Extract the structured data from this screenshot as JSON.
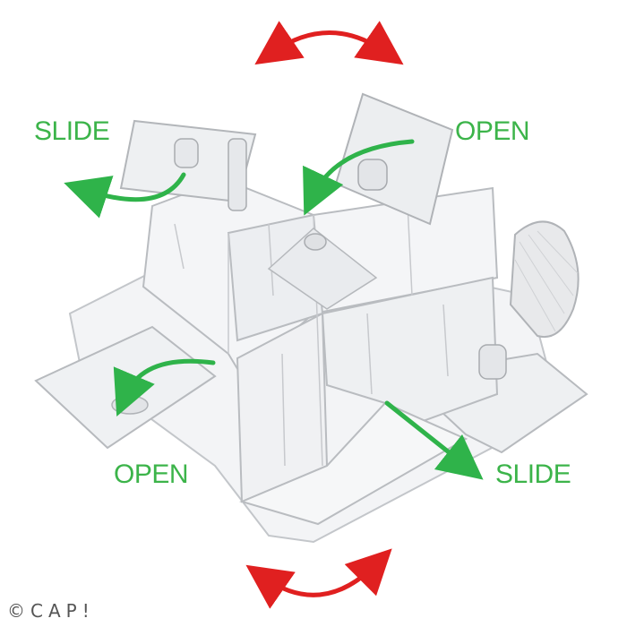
{
  "labels": {
    "slide_top_left": "SLIDE",
    "open_top_right": "OPEN",
    "open_bottom_left": "OPEN",
    "slide_bottom_right": "SLIDE"
  },
  "copyright": "©CAP!",
  "colors": {
    "label_green": "#3cb44a",
    "arrow_green": "#2fb34a",
    "arrow_red": "#e02020",
    "acrylic_edge": "#b9bcc0",
    "acrylic_fill": "#f1f3f5"
  }
}
